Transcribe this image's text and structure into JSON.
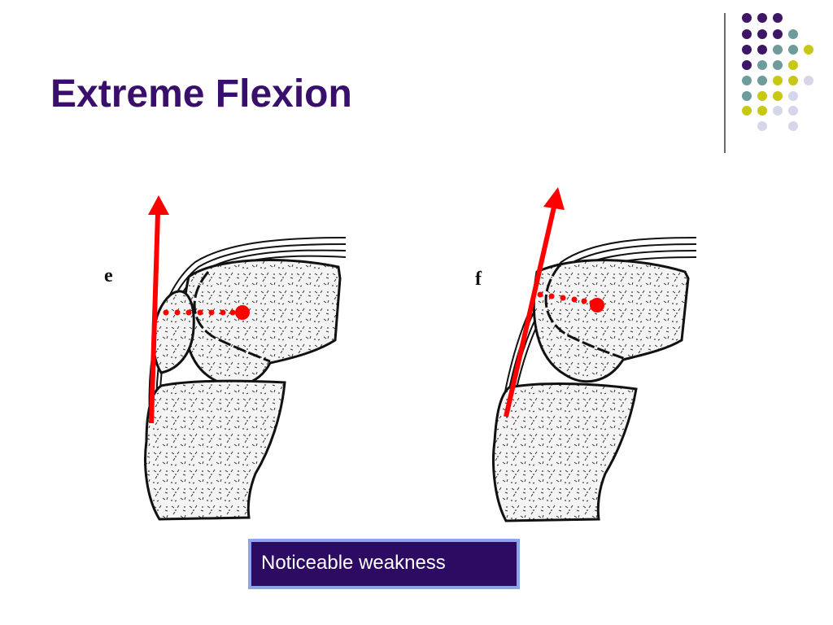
{
  "slide": {
    "title": "Extreme Flexion",
    "caption": "Noticeable weakness"
  },
  "diagram": {
    "panels": [
      {
        "label": "e"
      },
      {
        "label": "f"
      }
    ]
  },
  "colors": {
    "title": "#3a0f6b",
    "caption_bg": "#2d0b62",
    "caption_border": "#8ea4e8",
    "force_arrow": "#ff0000",
    "dot_purple": "#3d1766",
    "dot_teal": "#6e9c9a",
    "dot_yellow": "#c8c814",
    "dot_lavender": "#d6d6ea"
  }
}
